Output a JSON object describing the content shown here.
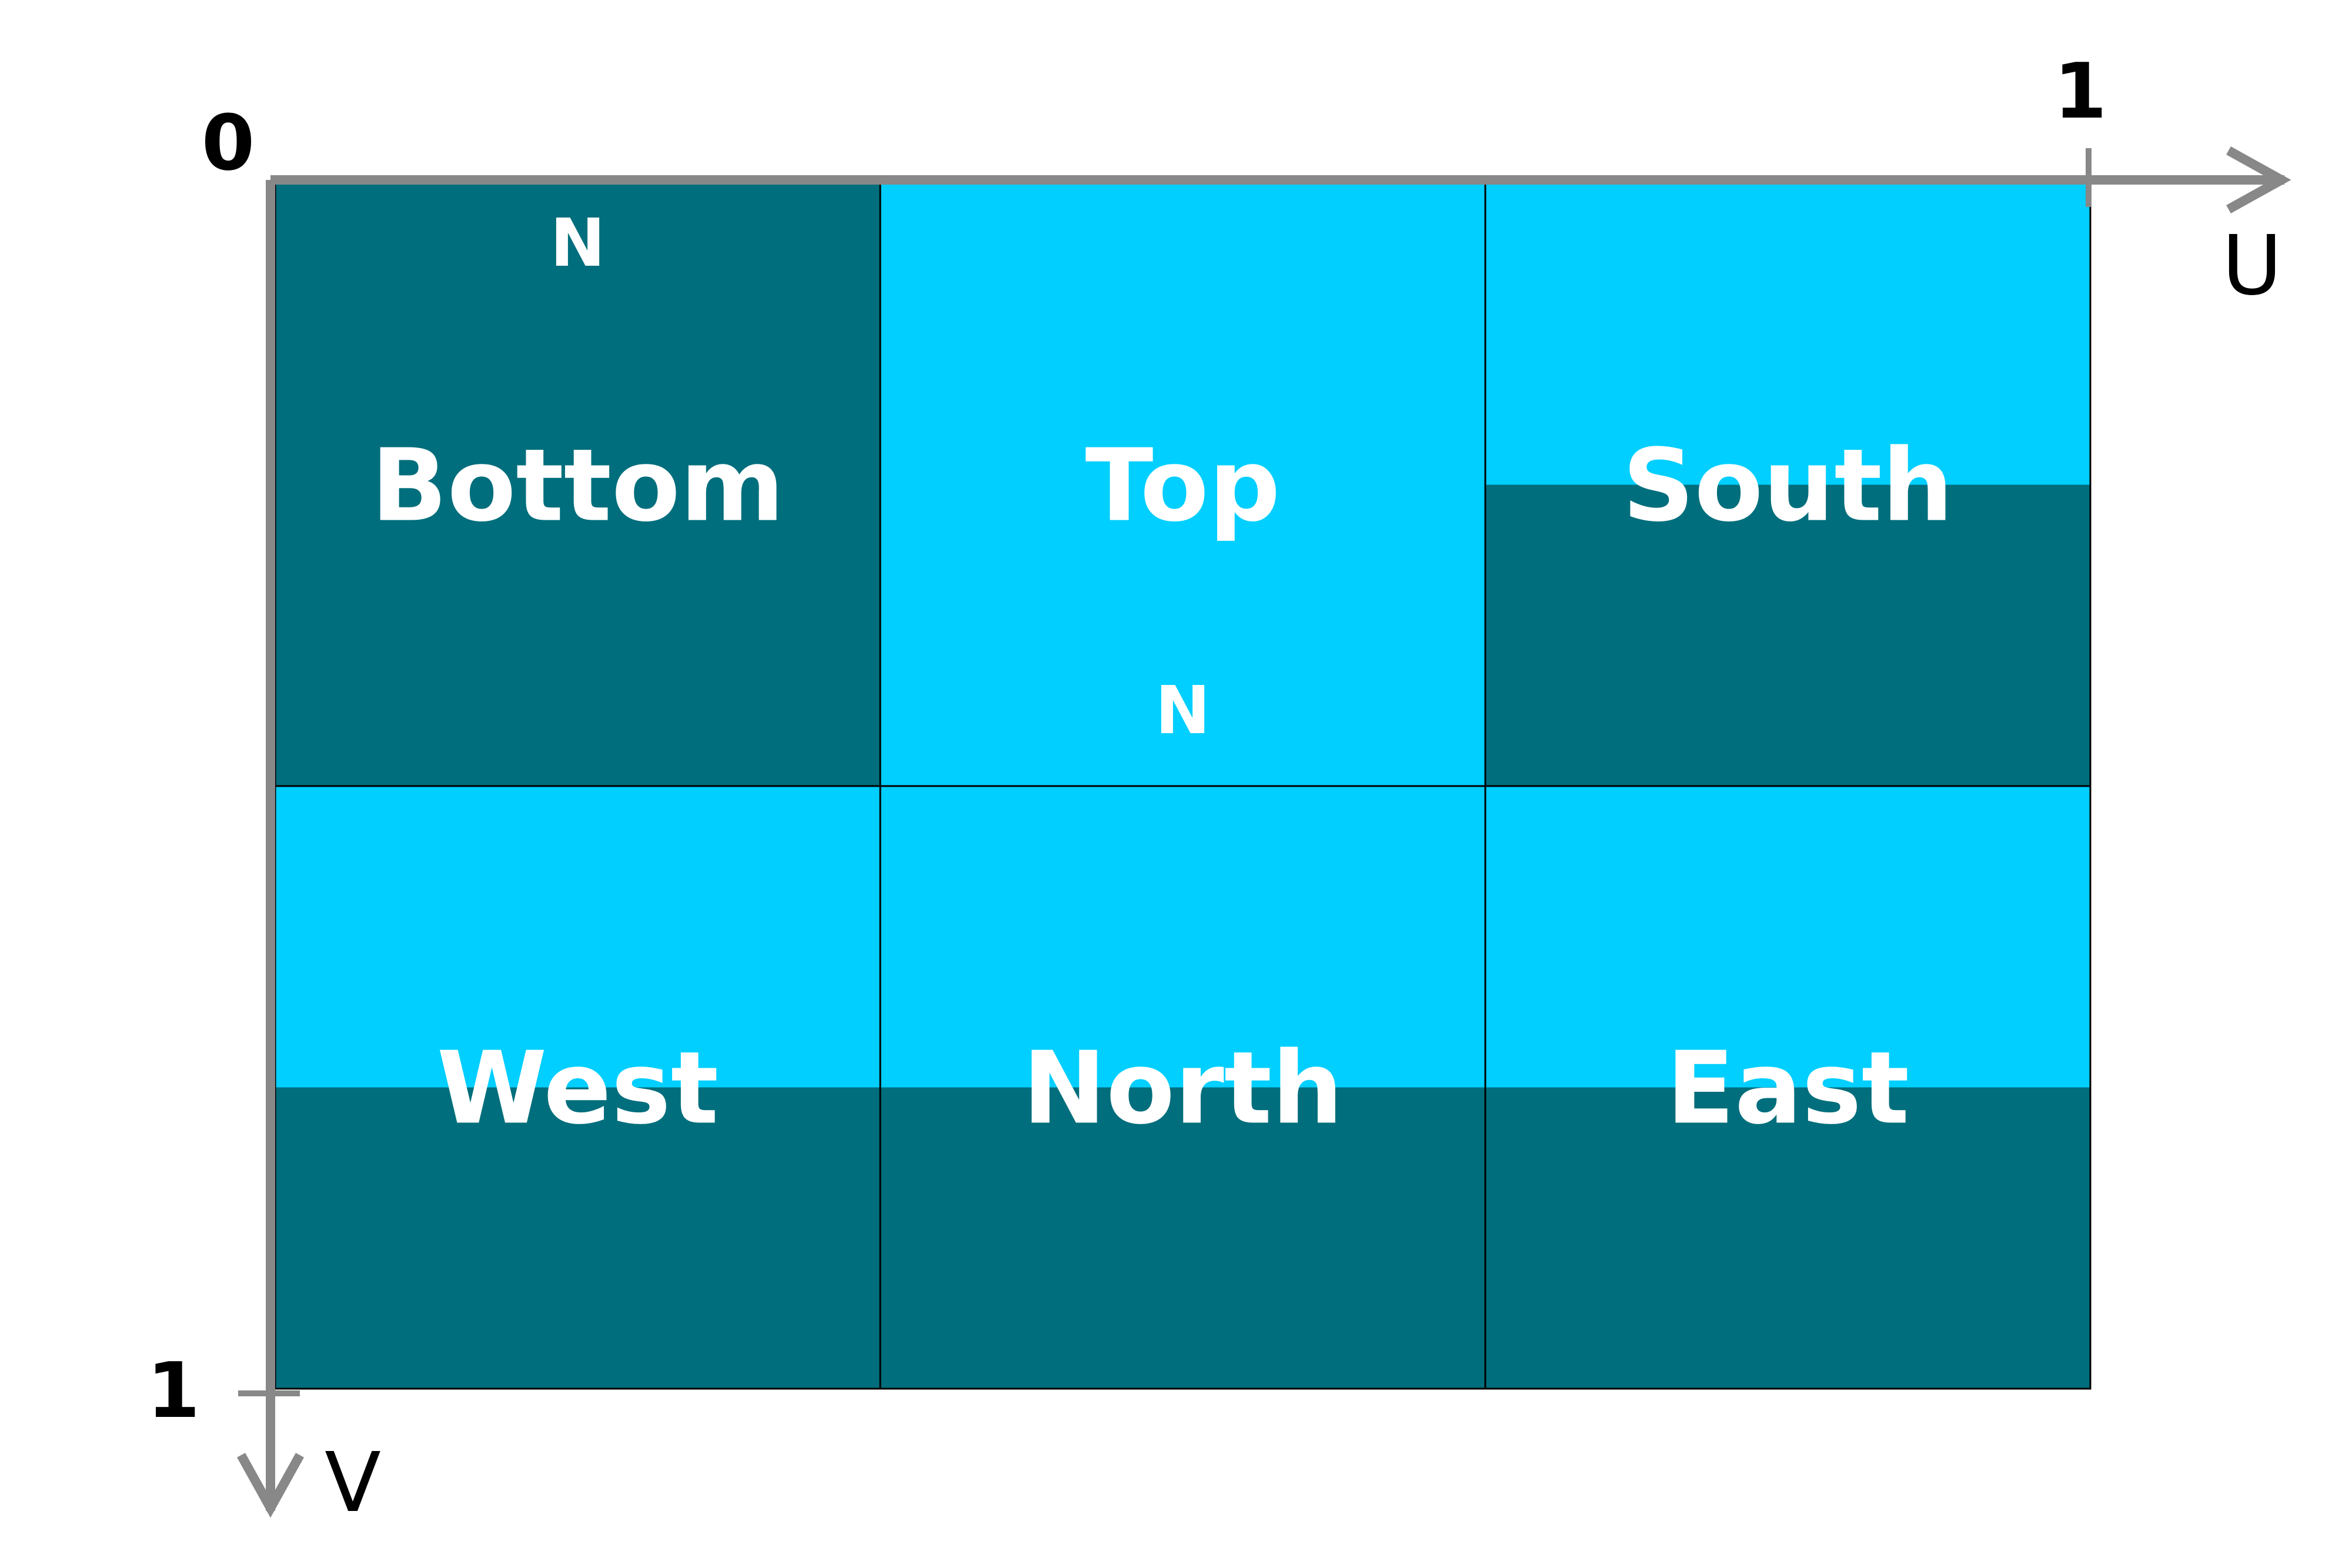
{
  "colors": {
    "dark": "#006e7c",
    "light": "#00cfff",
    "axis": "#888888",
    "grid": "#000000",
    "text": "#ffffff"
  },
  "axes": {
    "u_label": "U",
    "v_label": "V",
    "origin_label": "0",
    "u_max_label": "1",
    "v_max_label": "1"
  },
  "faces": [
    {
      "name": "Bottom",
      "row": 0,
      "col": 0,
      "fill": "dark",
      "normal_marker": "N"
    },
    {
      "name": "Top",
      "row": 0,
      "col": 1,
      "fill": "light",
      "normal_marker": "N"
    },
    {
      "name": "South",
      "row": 0,
      "col": 2,
      "fill": "light-top-dark-bottom"
    },
    {
      "name": "West",
      "row": 1,
      "col": 0,
      "fill": "light-top-dark-bottom"
    },
    {
      "name": "North",
      "row": 1,
      "col": 1,
      "fill": "light-top-dark-bottom"
    },
    {
      "name": "East",
      "row": 1,
      "col": 2,
      "fill": "light-top-dark-bottom"
    }
  ]
}
